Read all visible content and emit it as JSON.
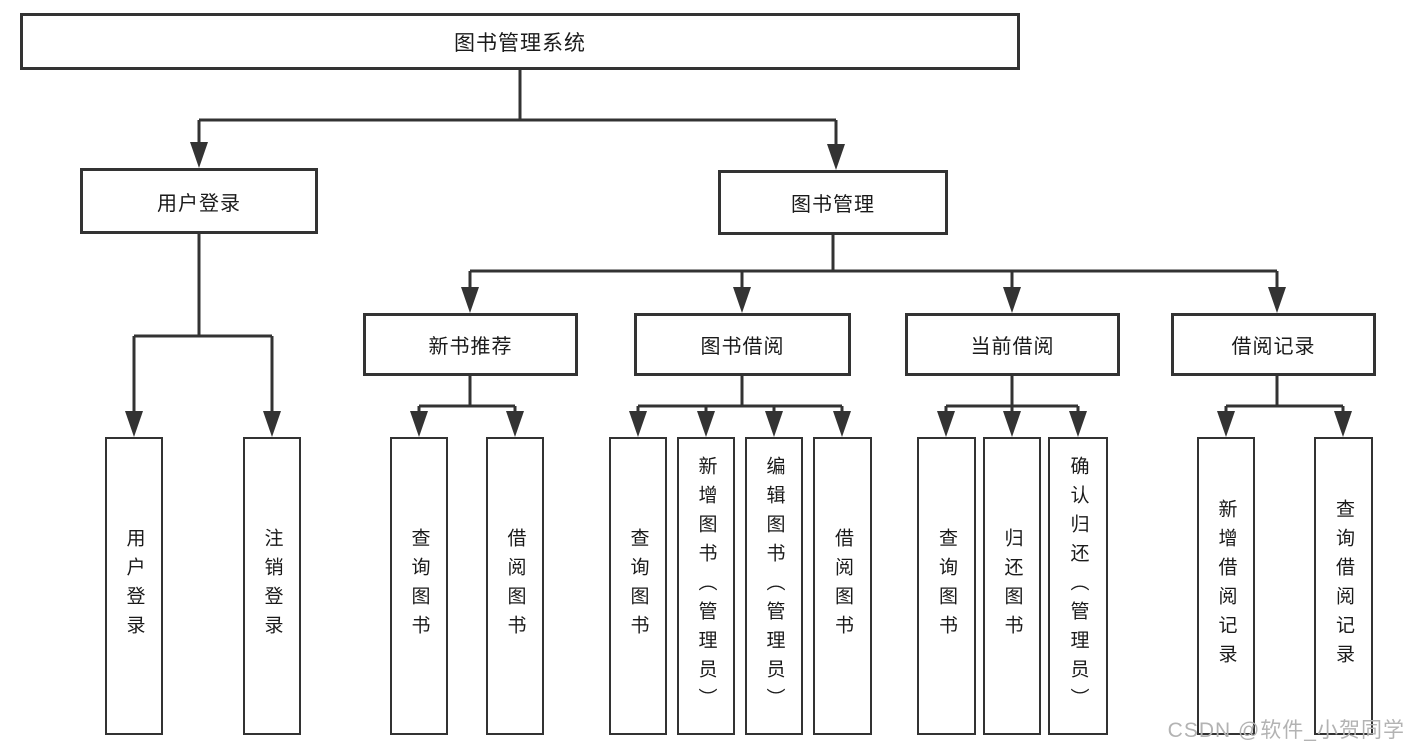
{
  "nodes": {
    "root": "图书管理系统",
    "user_login": "用户登录",
    "book_mgmt": "图书管理",
    "new_book_rec": "新书推荐",
    "book_borrow": "图书借阅",
    "current_borrow": "当前借阅",
    "borrow_records": "借阅记录",
    "leaf_user_login": "用户登录",
    "leaf_logout": "注销登录",
    "leaf_query_books_rec": "查询图书",
    "leaf_borrow_books_rec": "借阅图书",
    "leaf_query_books_borrow": "查询图书",
    "leaf_add_books_admin": "新增图书（管理员）",
    "leaf_edit_books_admin": "编辑图书（管理员）",
    "leaf_borrow_books_borrow": "借阅图书",
    "leaf_query_books_current": "查询图书",
    "leaf_return_books": "归还图书",
    "leaf_confirm_return_admin": "确认归还（管理员）",
    "leaf_add_borrow_record": "新增借阅记录",
    "leaf_query_borrow_record": "查询借阅记录"
  },
  "watermark": "CSDN @软件_小贺同学",
  "colors": {
    "line": "#333333",
    "text": "#1a1a1a",
    "watermark": "#b3b3b3",
    "background": "#ffffff"
  }
}
